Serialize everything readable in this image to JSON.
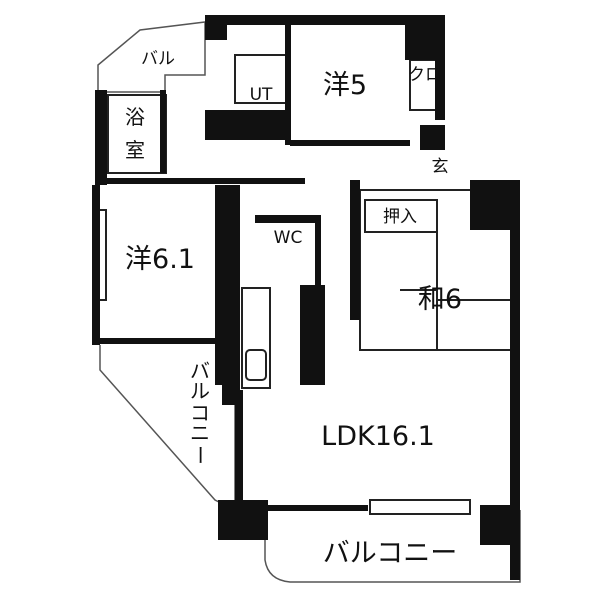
{
  "rooms": {
    "balcony_top": "バル",
    "utility": "UT",
    "western5": "洋5",
    "closet": "クロ",
    "bath_1": "浴",
    "bath_2": "室",
    "entrance": "玄",
    "western61": "洋6.1",
    "wc": "WC",
    "oshiire": "押入",
    "japanese6": "和6",
    "balcony_side": [
      "バ",
      "ル",
      "コ",
      "ニ",
      "ー"
    ],
    "ldk": "LDK16.1",
    "balcony_bottom": "バルコニー"
  }
}
